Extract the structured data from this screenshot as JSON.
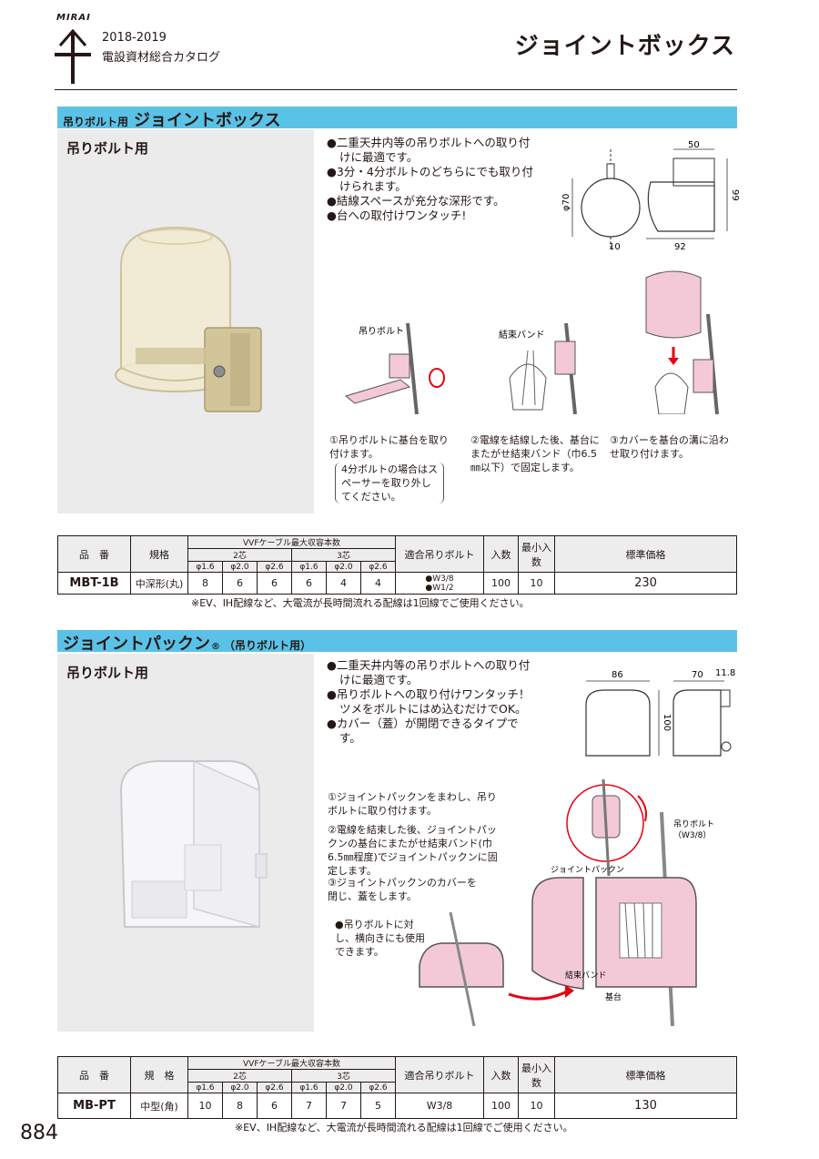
{
  "header": {
    "logo": "MIRAI",
    "year": "2018-2019",
    "catalog_name": "電設資材総合カタログ",
    "page_title": "ジョイントボックス"
  },
  "section1": {
    "band_small": "吊りボルト用",
    "band_big": "ジョイントボックス",
    "photo_label": "吊りボルト用",
    "features": [
      "●二重天井内等の吊りボルトへの取り付けに最適です。",
      "●3分・4分ボルトのどちらにでも取り付けられます。",
      "●結線スペースが充分な深形です。",
      "●台への取付けワンタッチ!"
    ],
    "dims": {
      "width_top": "50",
      "height": "99",
      "diameter": "φ70",
      "bottom_small": "10",
      "bottom_width": "92"
    },
    "callouts": {
      "bolt": "吊りボルト",
      "band": "結束バンド"
    },
    "steps": [
      "①吊りボルトに基台を取り付けます。",
      "②電線を結線した後、基台にまたがせ結束バンド（巾6.5㎜以下）で固定します。",
      "③カバーを基台の溝に沿わせ取り付けます。"
    ],
    "note": "4分ボルトの場合はスペーサーを取り外してください。",
    "table": {
      "headers": {
        "part": "品　番",
        "spec": "規格",
        "vvf": "VVFケーブル最大収容本数",
        "two": "2芯",
        "three": "3芯",
        "bolt": "適合吊りボルト",
        "qty": "入数",
        "minqty": "最小入数",
        "price": "標準価格"
      },
      "sizes": [
        "φ1.6",
        "φ2.0",
        "φ2.6",
        "φ1.6",
        "φ2.0",
        "φ2.6"
      ],
      "row": {
        "part": "MBT-1B",
        "spec": "中深形(丸)",
        "counts": [
          "8",
          "6",
          "6",
          "6",
          "4",
          "4"
        ],
        "bolt1": "●W3/8",
        "bolt2": "●W1/2",
        "qty": "100",
        "minqty": "10",
        "price": "230"
      }
    },
    "footnote": "※EV、IH配線など、大電流が長時間流れる配線は1回線でご使用ください。"
  },
  "section2": {
    "band_big": "ジョイントパックン",
    "band_reg": "®",
    "band_small": "（吊りボルト用）",
    "photo_label": "吊りボルト用",
    "features": [
      "●二重天井内等の吊りボルトへの取り付けに最適です。",
      "●吊りボルトへの取り付けワンタッチ！ツメをボルトにはめ込むだけでOK。",
      "●カバー（蓋）が開閉できるタイプです。"
    ],
    "dims": {
      "width": "86",
      "height": "100",
      "depth": "70",
      "tab": "11.8"
    },
    "steps": [
      "①ジョイントパックンをまわし、吊りボルトに取り付けます。",
      "②電線を結束した後、ジョイントパックンの基台にまたがせ結束バンド(巾6.5㎜程度)でジョイントパックンに固定します。",
      "③ジョイントパックンのカバーを閉じ、蓋をします。"
    ],
    "side_note": "●吊りボルトに対し、横向きにも使用できます。",
    "callouts": {
      "bolt": "吊りボルト",
      "bolt_size": "（W3/8）",
      "product": "ジョイントパックン",
      "band": "結束バンド",
      "base": "基台"
    },
    "table": {
      "headers": {
        "part": "品　番",
        "spec": "規　格",
        "vvf": "VVFケーブル最大収容本数",
        "two": "2芯",
        "three": "3芯",
        "bolt": "適合吊りボルト",
        "qty": "入数",
        "minqty": "最小入数",
        "price": "標準価格"
      },
      "sizes": [
        "φ1.6",
        "φ2.0",
        "φ2.6",
        "φ1.6",
        "φ2.0",
        "φ2.6"
      ],
      "row": {
        "part": "MB-PT",
        "spec": "中型(角)",
        "counts": [
          "10",
          "8",
          "6",
          "7",
          "7",
          "5"
        ],
        "bolt": "W3/8",
        "qty": "100",
        "minqty": "10",
        "price": "130"
      }
    },
    "footnote": "※EV、IH配線など、大電流が長時間流れる配線は1回線でご使用ください。"
  },
  "page_number": "884",
  "colors": {
    "band": "#5bc2e7",
    "panel": "#ebebeb",
    "pink": "#f4c9d7",
    "beige": "#d7cda6"
  }
}
